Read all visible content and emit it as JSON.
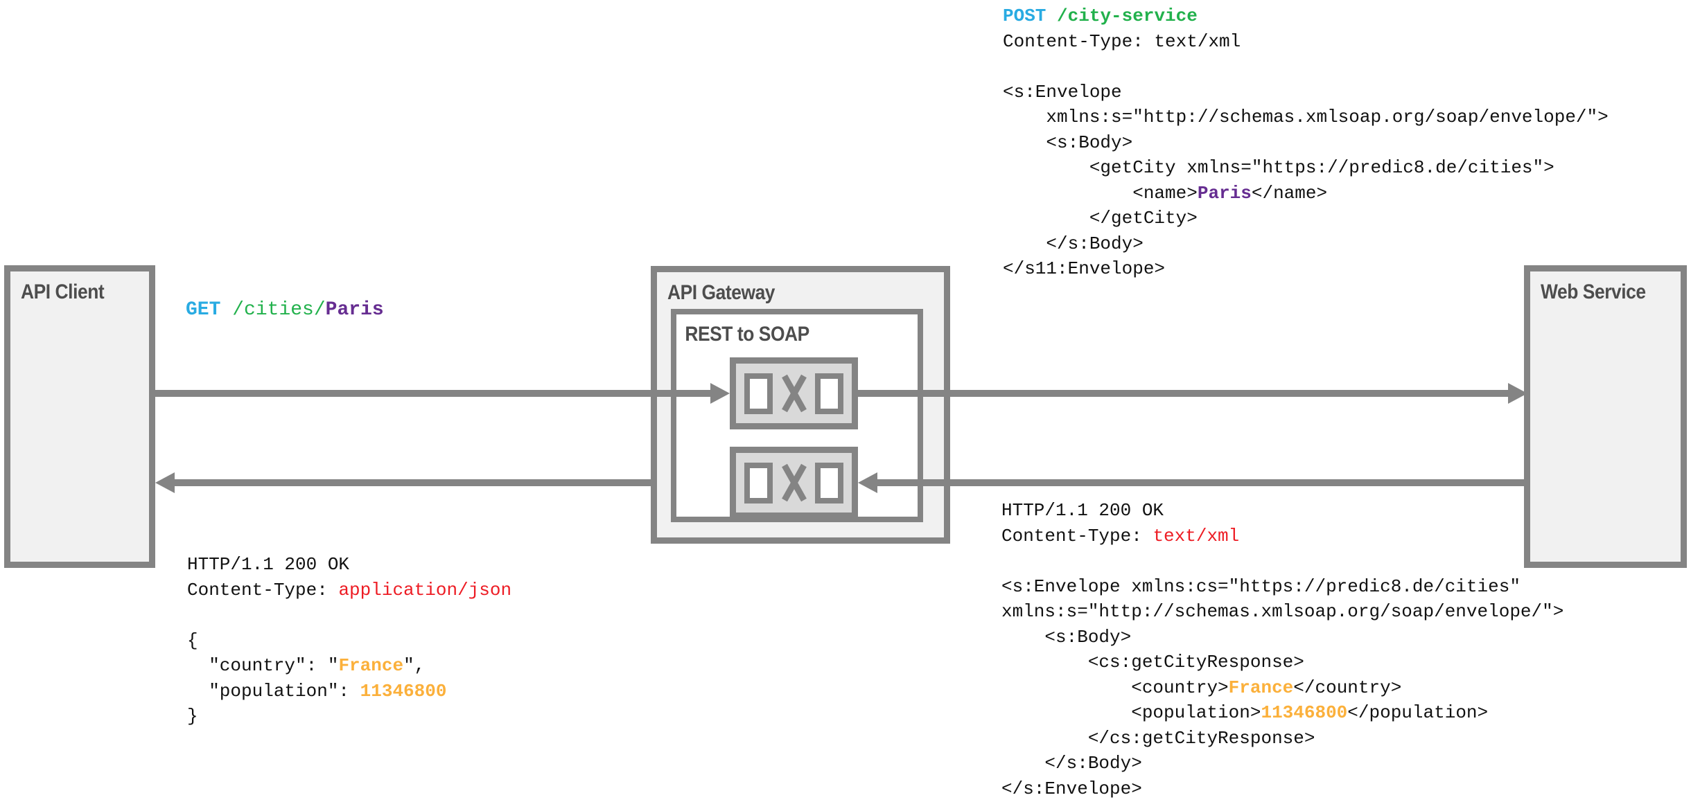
{
  "colors": {
    "k": "#111111",
    "blue": "#29ABE2",
    "green": "#22B14C",
    "purple": "#662D91",
    "red": "#ED1C24",
    "orange": "#FBB03B",
    "border_gray": "#848484",
    "node_fill": "#f1f1f1",
    "transformer_fill": "#d9d9d9",
    "label_gray": "#4d4d4d"
  },
  "nodes": {
    "api_client": {
      "label": "API Client"
    },
    "api_gateway": {
      "label": "API Gateway"
    },
    "rest_to_soap": {
      "label": "REST to SOAP"
    },
    "web_service": {
      "label": "Web Service"
    }
  },
  "code_blocks": {
    "rest_request": {
      "lines": [
        [
          {
            "t": "GET",
            "c": "blue",
            "b": true
          },
          {
            "t": " "
          },
          {
            "t": "/cities/",
            "c": "green"
          },
          {
            "t": "Paris",
            "c": "purple",
            "b": true
          }
        ]
      ]
    },
    "soap_request": {
      "lines": [
        [
          {
            "t": "POST",
            "c": "blue",
            "b": true
          },
          {
            "t": " "
          },
          {
            "t": "/city-service",
            "c": "green",
            "b": true
          }
        ],
        [
          {
            "t": "Content-Type: text/xml"
          }
        ],
        [],
        [
          {
            "t": "<s:Envelope"
          }
        ],
        [
          {
            "t": "    xmlns:s=\"http://schemas.xmlsoap.org/soap/envelope/\">"
          }
        ],
        [
          {
            "t": "    <s:Body>"
          }
        ],
        [
          {
            "t": "        <getCity xmlns=\"https://predic8.de/cities\">"
          }
        ],
        [
          {
            "t": "            <name>"
          },
          {
            "t": "Paris",
            "c": "purple",
            "b": true
          },
          {
            "t": "</name>"
          }
        ],
        [
          {
            "t": "        </getCity>"
          }
        ],
        [
          {
            "t": "    </s:Body>"
          }
        ],
        [
          {
            "t": "</s11:Envelope>"
          }
        ]
      ]
    },
    "json_response": {
      "lines": [
        [
          {
            "t": "HTTP/1.1 200 OK"
          }
        ],
        [
          {
            "t": "Content-Type: "
          },
          {
            "t": "application/json",
            "c": "red"
          }
        ],
        [],
        [
          {
            "t": "{"
          }
        ],
        [
          {
            "t": "  \"country\": \""
          },
          {
            "t": "France",
            "c": "orange",
            "b": true
          },
          {
            "t": "\","
          }
        ],
        [
          {
            "t": "  \"population\": "
          },
          {
            "t": "11346800",
            "c": "orange",
            "b": true
          }
        ],
        [
          {
            "t": "}"
          }
        ]
      ]
    },
    "soap_response": {
      "lines": [
        [
          {
            "t": "HTTP/1.1 200 OK"
          }
        ],
        [
          {
            "t": "Content-Type: "
          },
          {
            "t": "text/xml",
            "c": "red"
          }
        ],
        [],
        [
          {
            "t": "<s:Envelope xmlns:cs=\"https://predic8.de/cities\""
          }
        ],
        [
          {
            "t": "xmlns:s=\"http://schemas.xmlsoap.org/soap/envelope/\">"
          }
        ],
        [
          {
            "t": "    <s:Body>"
          }
        ],
        [
          {
            "t": "        <cs:getCityResponse>"
          }
        ],
        [
          {
            "t": "            <country>"
          },
          {
            "t": "France",
            "c": "orange",
            "b": true
          },
          {
            "t": "</country>"
          }
        ],
        [
          {
            "t": "            <population>"
          },
          {
            "t": "11346800",
            "c": "orange",
            "b": true
          },
          {
            "t": "</population>"
          }
        ],
        [
          {
            "t": "        </cs:getCityResponse>"
          }
        ],
        [
          {
            "t": "    </s:Body>"
          }
        ],
        [
          {
            "t": "</s:Envelope>"
          }
        ]
      ]
    }
  }
}
